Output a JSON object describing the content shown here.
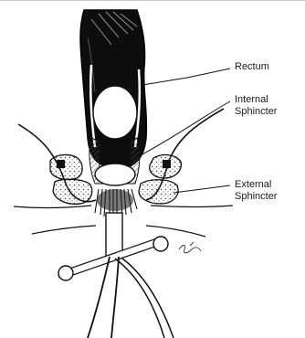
{
  "labels": {
    "rectum": "Rectum",
    "internal_sphincter": [
      "Internal",
      "Sphincter"
    ],
    "external_sphincter": [
      "External",
      "Sphincter"
    ]
  },
  "colors": {
    "ink": "#111111",
    "paper": "#ffffff",
    "hatch": "#555555"
  }
}
